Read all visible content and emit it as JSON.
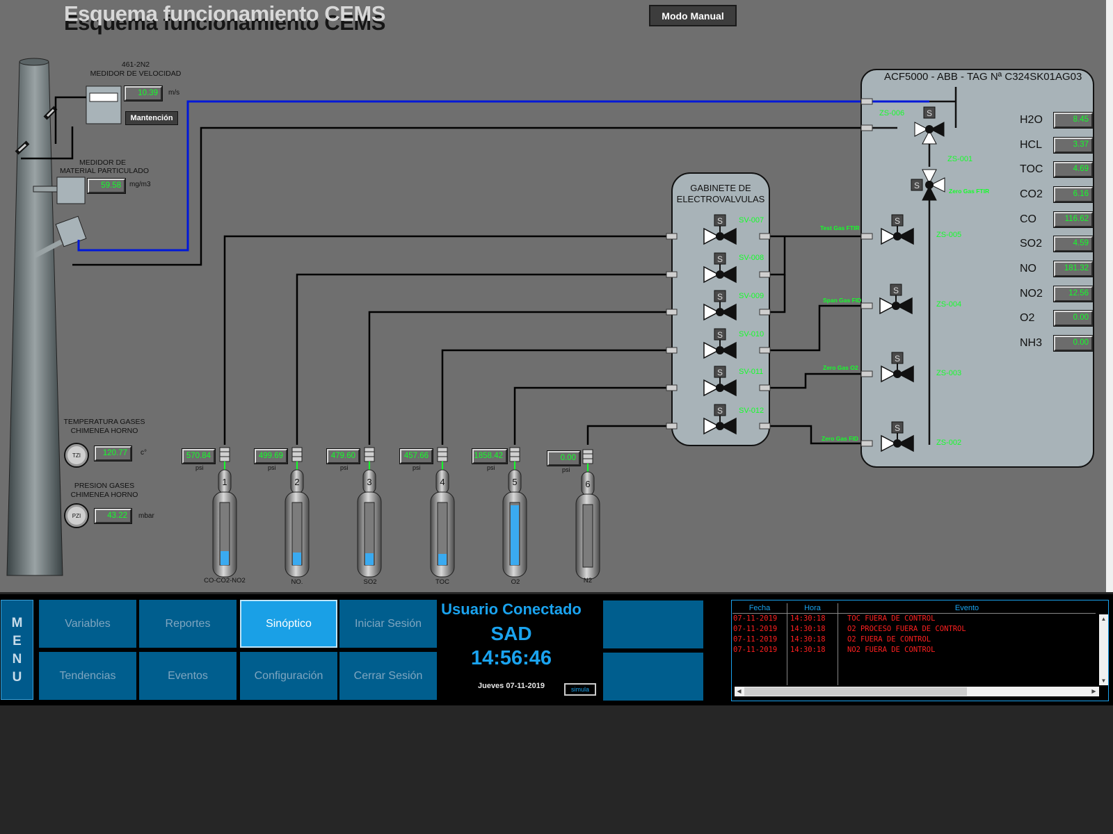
{
  "title": "Esquema funcionamiento CEMS",
  "mode_button": "Modo Manual",
  "velocity": {
    "tag": "461-2N2",
    "label": "MEDIDOR DE VELOCIDAD",
    "value": "10.39",
    "unit": "m/s",
    "maint_button": "Mantención"
  },
  "particulate": {
    "label_line1": "MEDIDOR DE",
    "label_line2": "MATERIAL PARTICULADO",
    "value": "59.58",
    "unit": "mg/m3"
  },
  "temperature": {
    "label_line1": "TEMPERATURA GASES",
    "label_line2": "CHIMENEA HORNO",
    "tag": "TZI",
    "value": "120.77",
    "unit": "c°"
  },
  "pressure": {
    "label_line1": "PRESION GASES",
    "label_line2": "CHIMENEA HORNO",
    "tag": "PZI",
    "value": "43.22",
    "unit": "mbar"
  },
  "cabinet": {
    "line1": "GABINETE DE",
    "line2": "ELECTROVALVULAS"
  },
  "cabinet_valves": [
    "SV-007",
    "SV-008",
    "SV-009",
    "SV-010",
    "SV-011",
    "SV-012"
  ],
  "valve_symbol": "S",
  "analyzer": {
    "title": "ACF5000 - ABB - TAG Nª  C324SK01AG03",
    "valves": {
      "zs006": "ZS-006",
      "zs001": "ZS-001",
      "zs005": "ZS-005",
      "zs004": "ZS-004",
      "zs003": "ZS-003",
      "zs002": "ZS-002"
    },
    "lines": {
      "zero_ftir": "Zero Gas FTIR",
      "test_ftir": "Test Gas FTIR",
      "span_fid": "Span Gas FID",
      "zero_o2": "Zero Gas O2",
      "zero_fid": "Zero Gas FID"
    },
    "gases": [
      {
        "name": "H2O",
        "value": "8.45"
      },
      {
        "name": "HCL",
        "value": "3.37"
      },
      {
        "name": "TOC",
        "value": "4.69"
      },
      {
        "name": "CO2",
        "value": "6.16"
      },
      {
        "name": "CO",
        "value": "116.62"
      },
      {
        "name": "SO2",
        "value": "4.59"
      },
      {
        "name": "NO",
        "value": "181.32"
      },
      {
        "name": "NO2",
        "value": "12.56"
      },
      {
        "name": "O2",
        "value": "0.00"
      },
      {
        "name": "NH3",
        "value": "0.00"
      }
    ]
  },
  "cylinders": [
    {
      "num": "1",
      "value": "570.84",
      "unit": "psi",
      "label": "CO-CO2-NO2",
      "level": 0.22
    },
    {
      "num": "2",
      "value": "499.69",
      "unit": "psi",
      "label": "NO.",
      "level": 0.2
    },
    {
      "num": "3",
      "value": "479.60",
      "unit": "psi",
      "label": "SO2",
      "level": 0.19
    },
    {
      "num": "4",
      "value": "457.66",
      "unit": "psi",
      "label": "TOC",
      "level": 0.18
    },
    {
      "num": "5",
      "value": "1858.42",
      "unit": "psi",
      "label": "O2",
      "level": 0.95
    },
    {
      "num": "6",
      "value": "0.00",
      "unit": "psi",
      "label": "N2",
      "level": 0
    }
  ],
  "menu": {
    "letters": [
      "M",
      "E",
      "N",
      "U"
    ]
  },
  "nav": {
    "variables": "Variables",
    "reportes": "Reportes",
    "sinoptico": "Sinóptico",
    "iniciar": "Iniciar Sesión",
    "tendencias": "Tendencias",
    "eventos": "Eventos",
    "configuracion": "Configuración",
    "cerrar": "Cerrar Sesión"
  },
  "user": {
    "label": "Usuario Conectado",
    "name": "SAD",
    "time": "14:56:46",
    "date": "Jueves 07-11-2019",
    "simula": "simula"
  },
  "events": {
    "headers": [
      "Fecha",
      "Hora",
      "Evento"
    ],
    "rows": [
      {
        "fecha": "07-11-2019",
        "hora": "14:30:18",
        "evento": "TOC FUERA DE CONTROL"
      },
      {
        "fecha": "07-11-2019",
        "hora": "14:30:18",
        "evento": "O2 PROCESO FUERA DE CONTROL"
      },
      {
        "fecha": "07-11-2019",
        "hora": "14:30:18",
        "evento": "O2 FUERA DE CONTROL"
      },
      {
        "fecha": "07-11-2019",
        "hora": "14:30:18",
        "evento": "NO2 FUERA DE CONTROL"
      }
    ]
  },
  "colors": {
    "value_text": "#14ff2a",
    "accent": "#1aa3ef",
    "event_text": "#ff2020",
    "sample_line": "#0018d8"
  }
}
